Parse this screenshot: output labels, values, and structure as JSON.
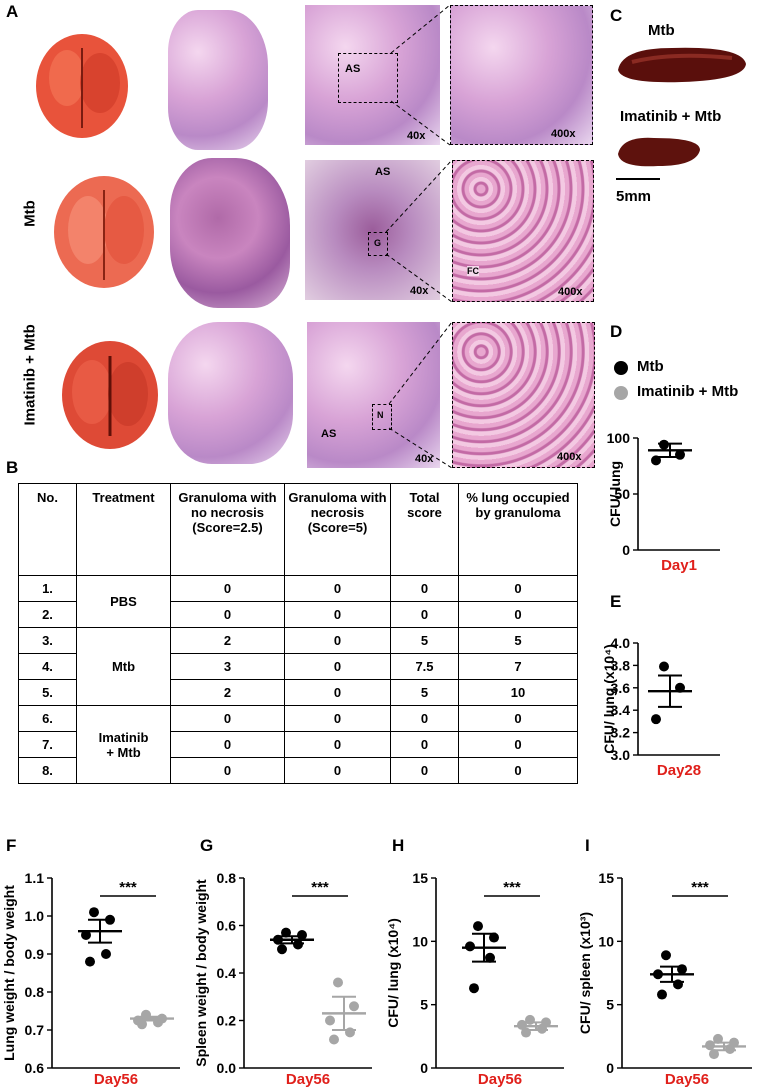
{
  "panels": {
    "A": "A",
    "B": "B",
    "C": "C",
    "D": "D",
    "E": "E",
    "F": "F",
    "G": "G",
    "H": "H",
    "I": "I"
  },
  "panel_a": {
    "row_labels": [
      "Mtb",
      "Imatinib + Mtb"
    ],
    "magnifications": {
      "low": "40x",
      "high": "400x"
    },
    "annotations": {
      "as": "AS",
      "g": "G",
      "fc": "FC",
      "n": "N"
    }
  },
  "panel_c": {
    "label_top": "Mtb",
    "label_bottom": "Imatinib + Mtb",
    "scale": "5mm"
  },
  "table": {
    "headers": [
      "No.",
      "Treatment",
      "Granuloma with no necrosis (Score=2.5)",
      "Granuloma with necrosis (Score=5)",
      "Total score",
      "% lung occupied by granuloma"
    ],
    "rows": [
      {
        "no": "1.",
        "nn": "0",
        "wn": "0",
        "ts": "0",
        "pct": "0"
      },
      {
        "no": "2.",
        "nn": "0",
        "wn": "0",
        "ts": "0",
        "pct": "0"
      },
      {
        "no": "3.",
        "nn": "2",
        "wn": "0",
        "ts": "5",
        "pct": "5"
      },
      {
        "no": "4.",
        "nn": "3",
        "wn": "0",
        "ts": "7.5",
        "pct": "7"
      },
      {
        "no": "5.",
        "nn": "2",
        "wn": "0",
        "ts": "5",
        "pct": "10"
      },
      {
        "no": "6.",
        "nn": "0",
        "wn": "0",
        "ts": "0",
        "pct": "0"
      },
      {
        "no": "7.",
        "nn": "0",
        "wn": "0",
        "ts": "0",
        "pct": "0"
      },
      {
        "no": "8.",
        "nn": "0",
        "wn": "0",
        "ts": "0",
        "pct": "0"
      }
    ],
    "groups": [
      "PBS",
      "Mtb",
      "Imatinib\n+ Mtb"
    ]
  },
  "legend": {
    "items": [
      {
        "label": "Mtb",
        "color": "#000000"
      },
      {
        "label": "Imatinib + Mtb",
        "color": "#a6a6a6"
      }
    ]
  },
  "colors": {
    "mtb": "#000000",
    "imatinib": "#a6a6a6",
    "day": "#e0201b"
  },
  "chart_data": [
    {
      "id": "D",
      "type": "scatter",
      "ylabel": "CFU/ lung",
      "xlabel": "Day1",
      "ylim": [
        0,
        100
      ],
      "yticks": [
        0,
        50,
        100
      ],
      "series": [
        {
          "name": "Mtb",
          "points": [
            94,
            85,
            80
          ],
          "mean": 89,
          "sem": 6
        }
      ]
    },
    {
      "id": "E",
      "type": "scatter",
      "ylabel": "CFU/ lung (x10⁴)",
      "xlabel": "Day28",
      "ylim": [
        3.0,
        4.0
      ],
      "yticks": [
        3.0,
        3.2,
        3.4,
        3.6,
        3.8,
        4.0
      ],
      "series": [
        {
          "name": "Mtb",
          "points": [
            3.79,
            3.6,
            3.32
          ],
          "mean": 3.57,
          "sem": 0.14
        }
      ]
    },
    {
      "id": "F",
      "type": "scatter",
      "ylabel": "Lung weight / body weight",
      "xlabel": "Day56",
      "ylim": [
        0.6,
        1.1
      ],
      "yticks": [
        0.6,
        0.7,
        0.8,
        0.9,
        1.0,
        1.1
      ],
      "sig": "***",
      "series": [
        {
          "name": "Mtb",
          "points": [
            1.01,
            0.99,
            0.95,
            0.9,
            0.88
          ],
          "mean": 0.96,
          "sem": 0.03
        },
        {
          "name": "Imatinib + Mtb",
          "points": [
            0.74,
            0.73,
            0.725,
            0.72,
            0.715
          ],
          "mean": 0.73,
          "sem": 0.005
        }
      ]
    },
    {
      "id": "G",
      "type": "scatter",
      "ylabel": "Spleen weight / body weight",
      "xlabel": "Day56",
      "ylim": [
        0,
        0.8
      ],
      "yticks": [
        0,
        0.2,
        0.4,
        0.6,
        0.8
      ],
      "sig": "***",
      "series": [
        {
          "name": "Mtb",
          "points": [
            0.57,
            0.56,
            0.54,
            0.52,
            0.5
          ],
          "mean": 0.54,
          "sem": 0.015
        },
        {
          "name": "Imatinib + Mtb",
          "points": [
            0.36,
            0.26,
            0.2,
            0.15,
            0.12
          ],
          "mean": 0.23,
          "sem": 0.07
        }
      ]
    },
    {
      "id": "H",
      "type": "scatter",
      "ylabel": "CFU/ lung (x10⁴)",
      "xlabel": "Day56",
      "ylim": [
        0,
        15
      ],
      "yticks": [
        0,
        5,
        10,
        15
      ],
      "sig": "***",
      "series": [
        {
          "name": "Mtb",
          "points": [
            11.2,
            10.3,
            9.6,
            8.7,
            6.3
          ],
          "mean": 9.5,
          "sem": 1.1
        },
        {
          "name": "Imatinib + Mtb",
          "points": [
            3.8,
            3.6,
            3.4,
            3.1,
            2.8
          ],
          "mean": 3.3,
          "sem": 0.3
        }
      ]
    },
    {
      "id": "I",
      "type": "scatter",
      "ylabel": "CFU/ spleen (x10³)",
      "xlabel": "Day56",
      "ylim": [
        0,
        15
      ],
      "yticks": [
        0,
        5,
        10,
        15
      ],
      "sig": "***",
      "series": [
        {
          "name": "Mtb",
          "points": [
            8.9,
            7.8,
            7.4,
            6.6,
            5.8
          ],
          "mean": 7.4,
          "sem": 0.6
        },
        {
          "name": "Imatinib + Mtb",
          "points": [
            2.3,
            2.0,
            1.8,
            1.5,
            1.1
          ],
          "mean": 1.7,
          "sem": 0.3
        }
      ]
    }
  ]
}
